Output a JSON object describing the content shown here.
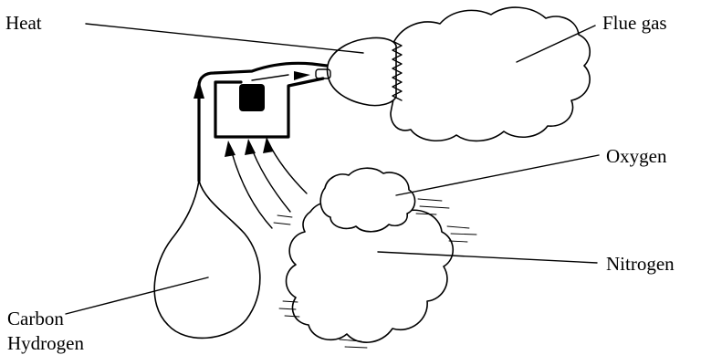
{
  "labels": {
    "heat": "Heat",
    "flue_gas": "Flue gas",
    "oxygen": "Oxygen",
    "nitrogen": "Nitrogen",
    "carbon": "Carbon",
    "hydrogen": "Hydrogen"
  },
  "colors": {
    "ink": "#000000",
    "background": "#ffffff"
  }
}
